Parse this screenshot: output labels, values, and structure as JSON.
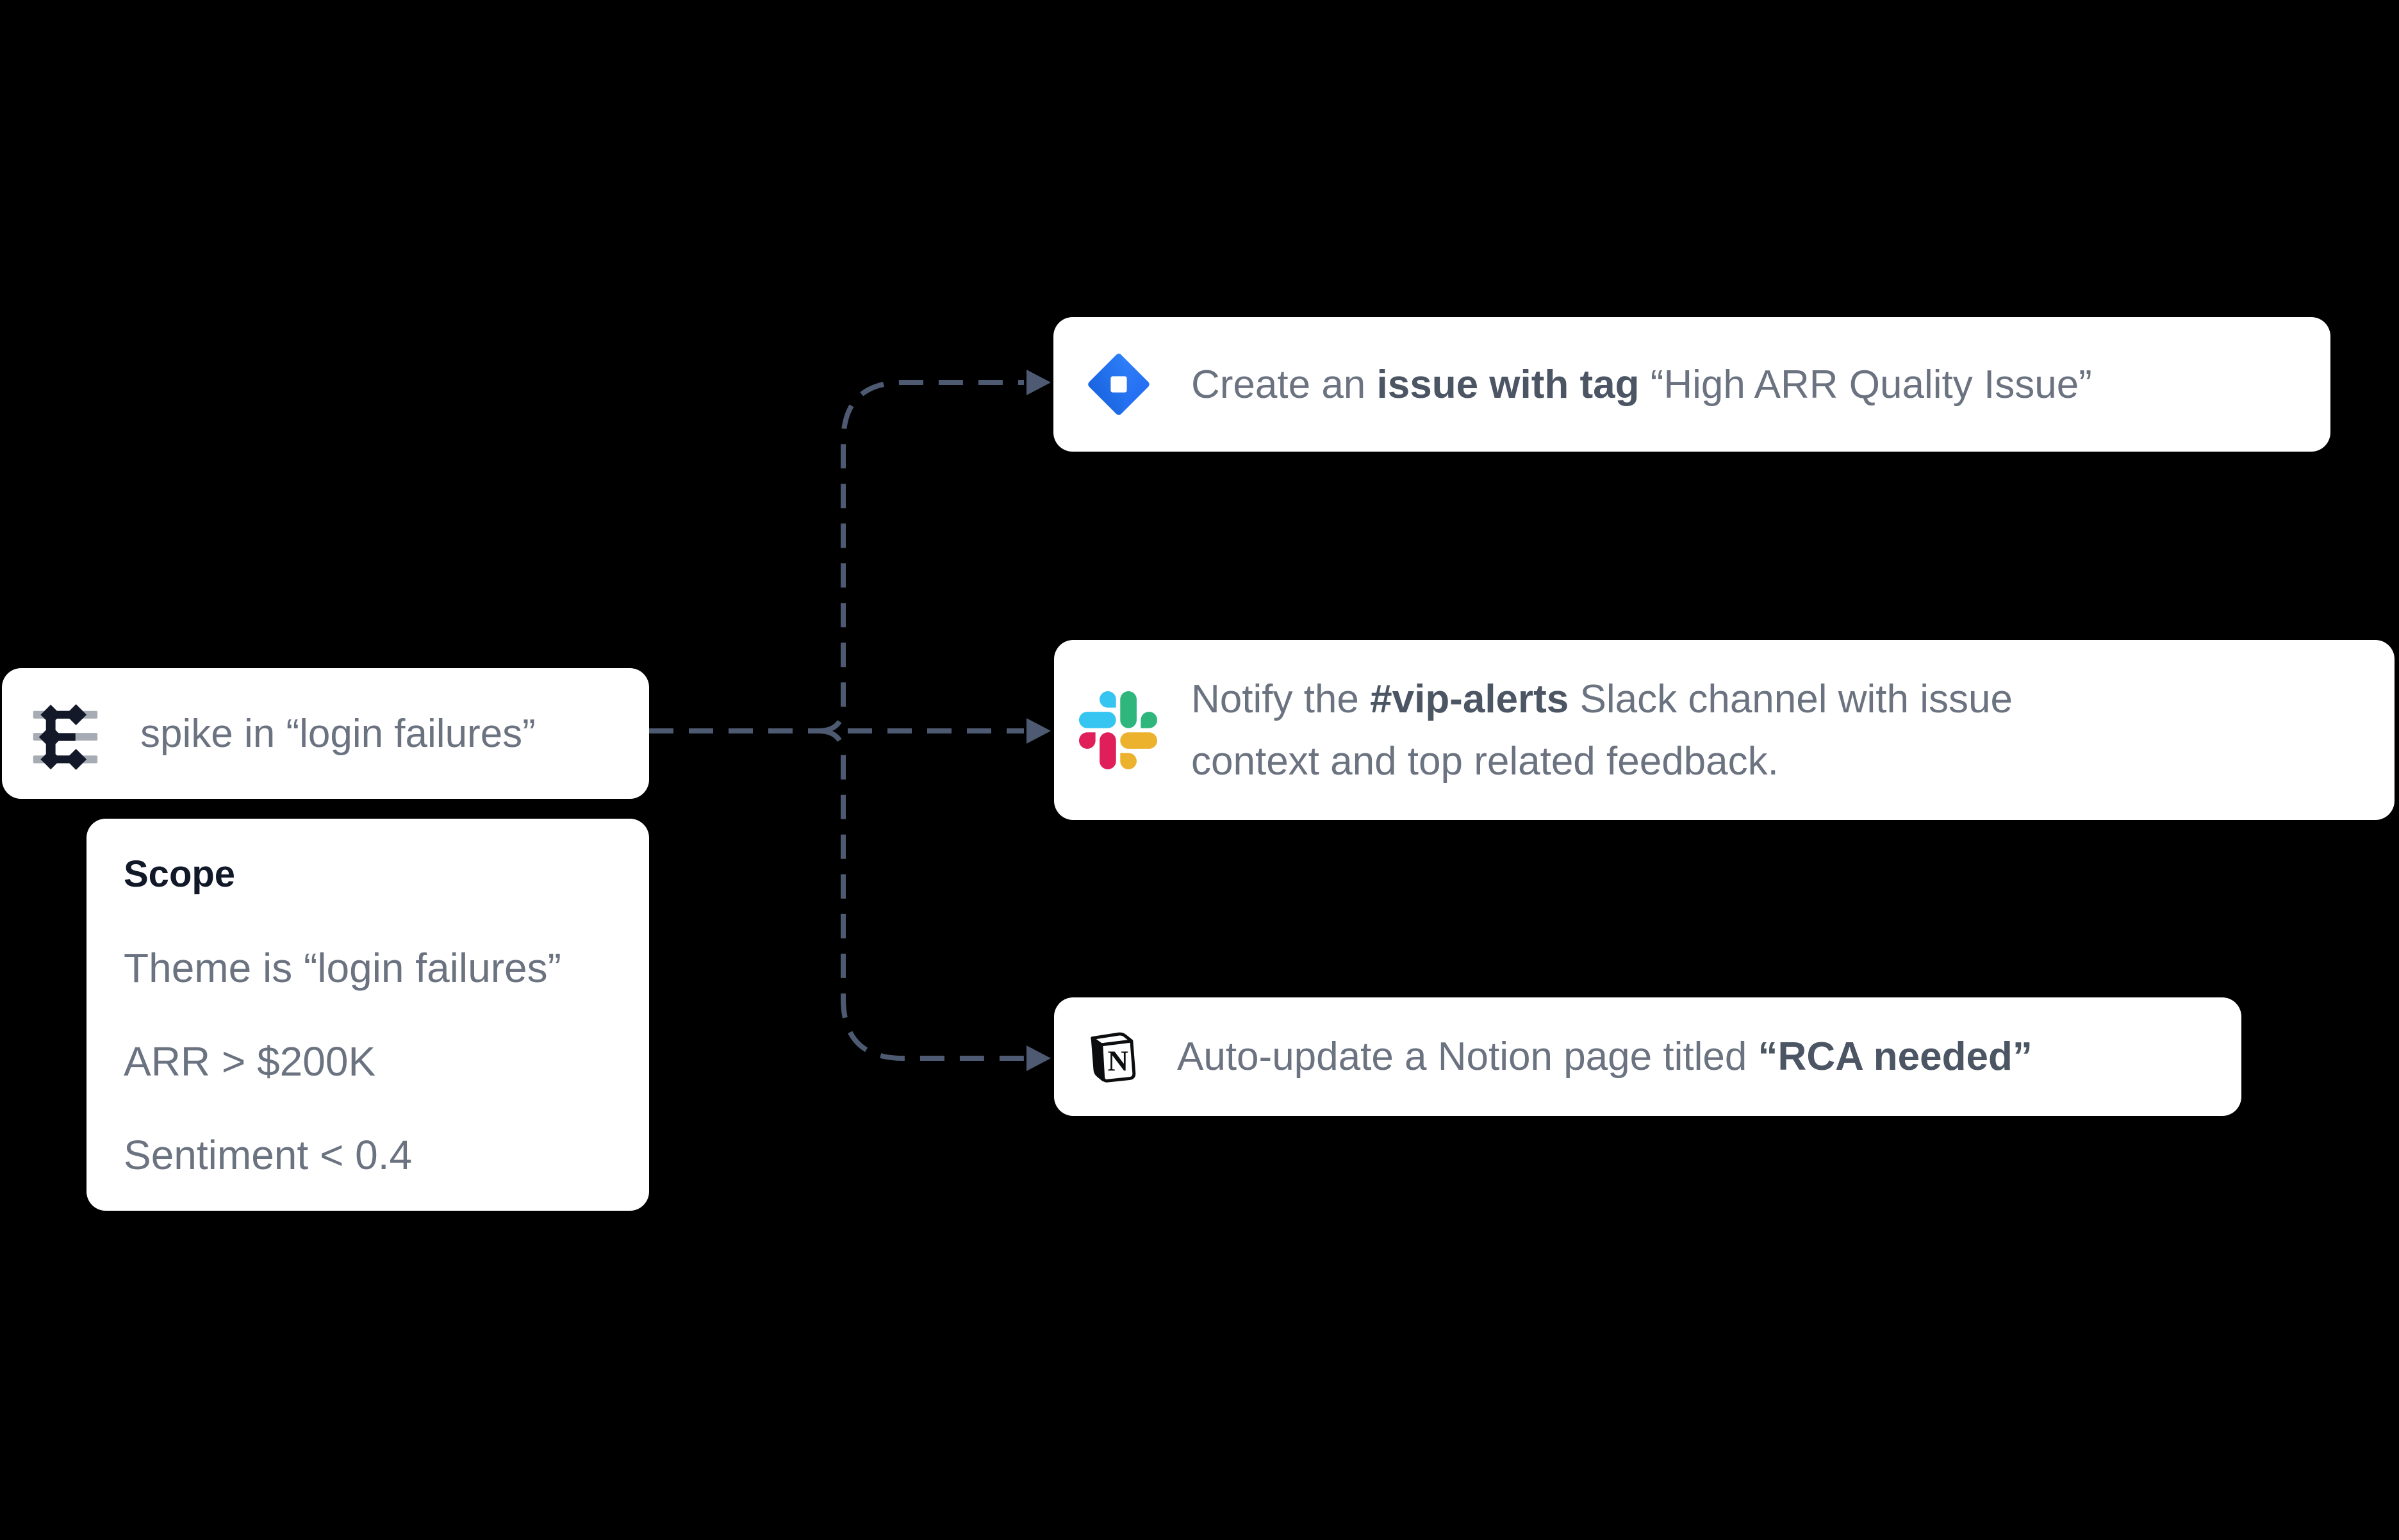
{
  "background": "#000000",
  "trigger": {
    "icon": "enterpret-logo",
    "label": "spike in “login failures”"
  },
  "scope": {
    "title": "Scope",
    "items": [
      "Theme is “login failures”",
      "ARR > $200K",
      "Sentiment < 0.4"
    ]
  },
  "actions": [
    {
      "id": "jira",
      "icon": "jira-logo",
      "segments": [
        {
          "t": "Create an "
        },
        {
          "t": "issue with tag",
          "b": true
        },
        {
          "t": " “High ARR Quality Issue”"
        }
      ]
    },
    {
      "id": "slack",
      "icon": "slack-logo",
      "segments": [
        {
          "t": "Notify the "
        },
        {
          "t": "#vip-alerts",
          "b": true
        },
        {
          "t": " Slack channel with issue"
        },
        {
          "br": true
        },
        {
          "t": "context and top related feedback."
        }
      ]
    },
    {
      "id": "notion",
      "icon": "notion-logo",
      "segments": [
        {
          "t": "Auto-update a Notion page titled "
        },
        {
          "t": "“RCA needed”",
          "b": true
        }
      ]
    }
  ],
  "colors": {
    "card_bg": "#ffffff",
    "text": "#6b7280",
    "text_bold": "#4b5563",
    "scope_title": "#111827",
    "connector": "#4d5a71",
    "enterpret_dark": "#141929",
    "enterpret_gray": "#a7abb4",
    "jira_blue": "#2f81fb",
    "jira_blue_dark": "#1e66ee",
    "slack_blue": "#36C5F0",
    "slack_green": "#2EB67D",
    "slack_yellow": "#ECB22E",
    "slack_red": "#E01E5A",
    "notion_black": "#0c0d0f"
  }
}
